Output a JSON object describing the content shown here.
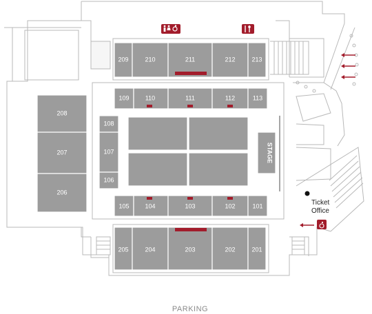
{
  "sections": {
    "s101": "101",
    "s102": "102",
    "s103": "103",
    "s104": "104",
    "s105": "105",
    "s106": "106",
    "s107": "107",
    "s108": "108",
    "s109": "109",
    "s110": "110",
    "s111": "111",
    "s112": "112",
    "s113": "113",
    "s201": "201",
    "s202": "202",
    "s203": "203",
    "s204": "204",
    "s205": "205",
    "s206": "206",
    "s207": "207",
    "s208": "208",
    "s209": "209",
    "s210": "210",
    "s211": "211",
    "s212": "212",
    "s213": "213"
  },
  "stage": "STAGE",
  "ticket_office": {
    "line1": "Ticket",
    "line2": "Office"
  },
  "parking": "PARKING",
  "colors": {
    "seat": "#9c9c9c",
    "accent": "#a21c2b",
    "wall": "#b8b8b8"
  },
  "icons": [
    "restroom-icon",
    "wheelchair-icon",
    "food-icon",
    "entrance-arrow-icon",
    "ticket-office-marker-icon"
  ]
}
